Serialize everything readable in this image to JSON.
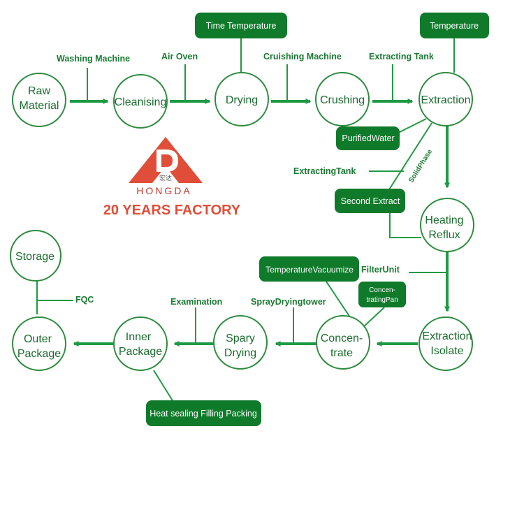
{
  "colors": {
    "line": "#1f9a44",
    "circle_stroke": "#2e8b3e",
    "box_fill": "#0f7a2a",
    "label": "#1a7a33",
    "logo_red": "#e04e39"
  },
  "nodes": {
    "raw_material": [
      "Raw",
      "Material"
    ],
    "cleansing": [
      "Cleanising"
    ],
    "drying": [
      "Drying"
    ],
    "crushing": [
      "Crushing"
    ],
    "extraction": [
      "Extraction"
    ],
    "heating_reflux": [
      "Heating",
      "Reflux"
    ],
    "extraction_isolate": [
      "Extraction",
      "Isolate"
    ],
    "concentrate": [
      "Concen-",
      "trate"
    ],
    "spary_drying": [
      "Spary",
      "Drying"
    ],
    "inner_package": [
      "Inner",
      "Package"
    ],
    "outer_package": [
      "Outer",
      "Package"
    ],
    "storage": [
      "Storage"
    ]
  },
  "boxes": {
    "time_temperature": [
      "Time Temperature"
    ],
    "temperature": [
      "Temperature"
    ],
    "purified_water": [
      "PurifiedWater"
    ],
    "second_extract": [
      "Second Extract"
    ],
    "temperature_vacuumize": [
      "TemperatureVacuumize"
    ],
    "concentrating_pan": [
      "Concen-",
      "tratingPan"
    ],
    "heat_sealing": [
      "Heat sealing Filling Packing"
    ]
  },
  "labels": {
    "washing_machine": "Washing Machine",
    "air_oven": "Air Oven",
    "cruishing_machine": "Cruishing Machine",
    "extracting_tank_top": "Extracting Tank",
    "extracting_tank_mid": "ExtractingTank",
    "solid_phase": "SolidPhase",
    "filter_unit": "FilterUnit",
    "spray_drying_tower": "SprayDryingtower",
    "examination": "Examination",
    "fqc": "FQC"
  },
  "logo": {
    "icon_char": "宏达",
    "brand": "HONGDA",
    "tagline": "20 YEARS FACTORY"
  }
}
